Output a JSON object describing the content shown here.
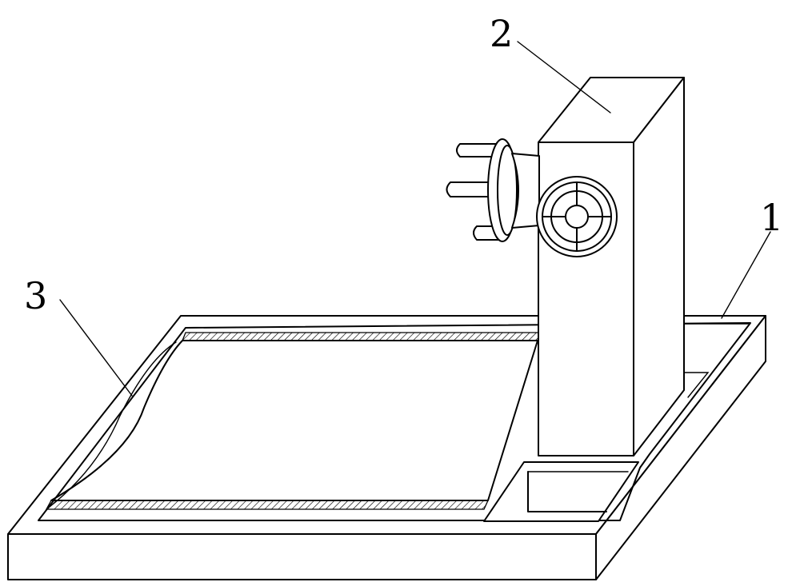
{
  "labels": [
    {
      "id": "callout-1",
      "text": "1"
    },
    {
      "id": "callout-2",
      "text": "2"
    },
    {
      "id": "callout-3",
      "text": "3"
    }
  ],
  "colors": {
    "line": "#000000",
    "background": "#ffffff"
  }
}
